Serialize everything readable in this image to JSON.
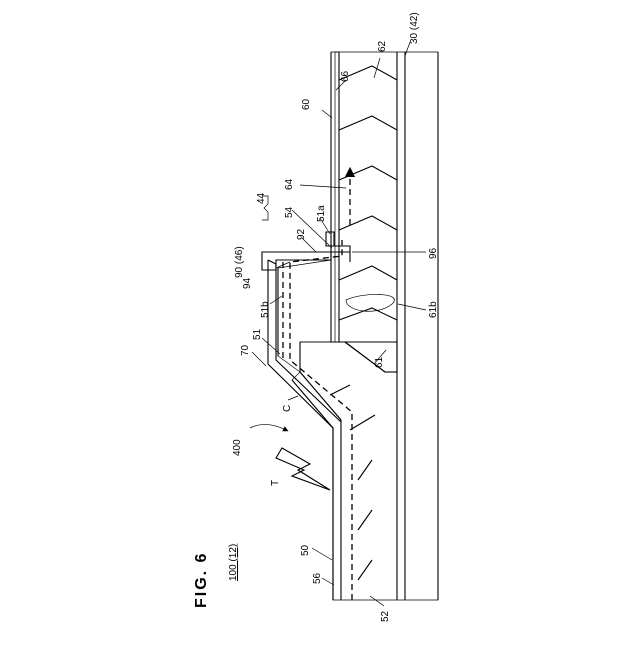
{
  "figure": {
    "title": "FIG. 6",
    "reference": "100 (12)",
    "labels": {
      "l_30_42": "30 (42)",
      "l_62": "62",
      "l_66": "66",
      "l_60": "60",
      "l_44": "44",
      "l_64": "64",
      "l_54": "54",
      "l_51a": "51a",
      "l_92": "92",
      "l_96": "96",
      "l_90_46": "90 (46)",
      "l_94": "94",
      "l_61b": "61b",
      "l_51b": "51b",
      "l_51": "51",
      "l_70": "70",
      "l_61": "61",
      "l_C": "C",
      "l_400": "400",
      "l_T": "T",
      "l_50": "50",
      "l_56": "56",
      "l_52": "52"
    }
  }
}
